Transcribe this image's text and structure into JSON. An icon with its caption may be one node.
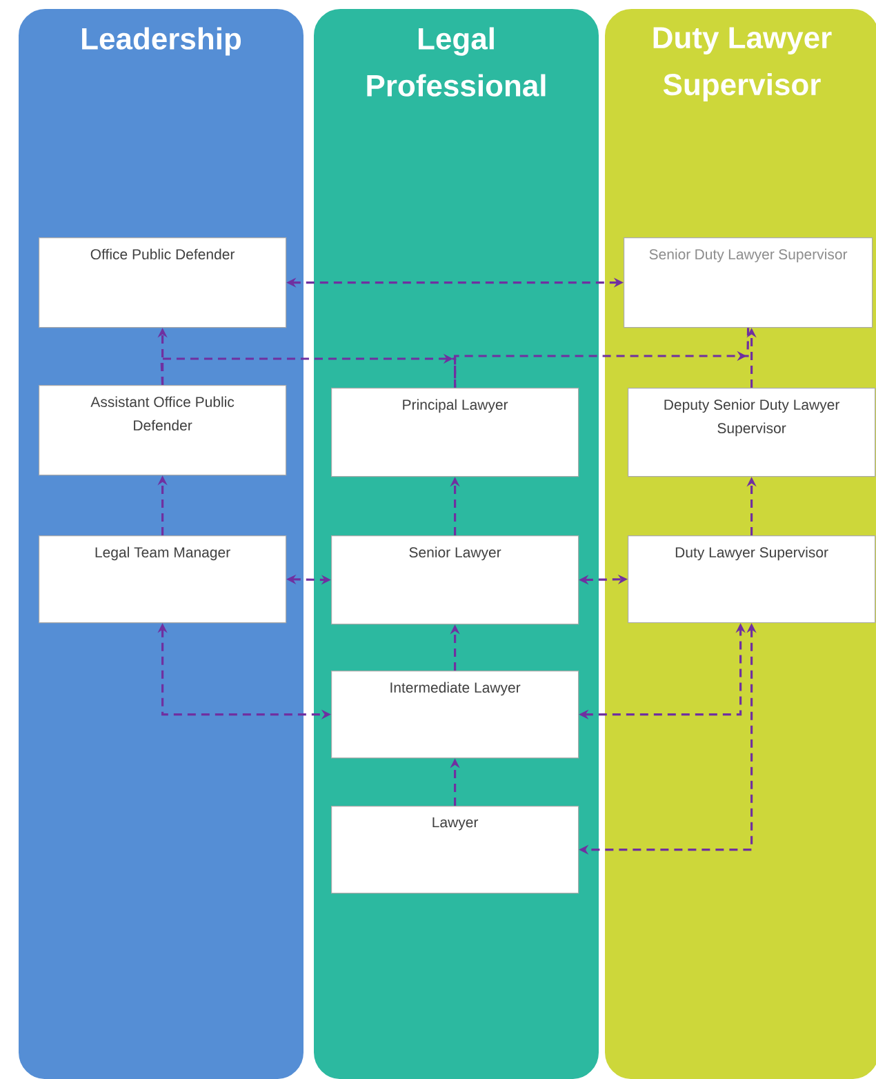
{
  "diagram": {
    "nodes": [
      {
        "text": [
          "Leadership"
        ]
      },
      {
        "text": [
          "Legal Professional"
        ]
      },
      {
        "text": [
          "Duty Lawyer Supervisor"
        ]
      },
      {
        "text": [
          "Office Public Defender"
        ],
        "in": 0
      },
      {
        "text": [
          "Senior Duty Lawyer Supervisor"
        ],
        "in": 2
      },
      {
        "text": [
          "Assistant Office Public Defender"
        ],
        "in": 0
      },
      {
        "text": [
          "Principal Lawyer"
        ],
        "in": 1
      },
      {
        "text": [
          "Deputy Senior Duty Lawyer Supervisor"
        ],
        "in": 2
      },
      {
        "text": [
          "Legal Team Manager"
        ],
        "in": 0
      },
      {
        "text": [
          "Senior Lawyer"
        ],
        "in": 1
      },
      {
        "text": [
          "Duty Lawyer Supervisor"
        ],
        "in": 2
      },
      {
        "text": [
          "Intermediate Lawyer"
        ],
        "in": 1
      },
      {
        "text": [
          "Lawyer"
        ],
        "in": 1
      }
    ],
    "edges": [
      {
        "from": 3,
        "to": 4,
        "arrow": "both",
        "style": "dashed"
      },
      {
        "from": 5,
        "to": 3,
        "arrow": "to",
        "style": "dashed"
      },
      {
        "from": 5,
        "to": 6,
        "arrow": "to",
        "style": "dashed"
      },
      {
        "from": 6,
        "to": 4,
        "arrow": "to",
        "style": "dashed"
      },
      {
        "from": 7,
        "to": 4,
        "arrow": "to",
        "style": "dashed"
      },
      {
        "from": 8,
        "to": 5,
        "arrow": "to",
        "style": "dashed"
      },
      {
        "from": 8,
        "to": 9,
        "arrow": "both",
        "style": "dashed"
      },
      {
        "from": 9,
        "to": 10,
        "arrow": "both",
        "style": "dashed"
      },
      {
        "from": 9,
        "to": 6,
        "arrow": "to",
        "style": "dashed"
      },
      {
        "from": 10,
        "to": 7,
        "arrow": "to",
        "style": "dashed"
      },
      {
        "from": 11,
        "to": 9,
        "arrow": "to",
        "style": "dashed"
      },
      {
        "from": 12,
        "to": 11,
        "arrow": "to",
        "style": "dashed"
      },
      {
        "from": 8,
        "to": 11,
        "arrow": "both",
        "style": "dashed"
      },
      {
        "from": 11,
        "to": 10,
        "arrow": "both",
        "style": "dashed"
      },
      {
        "from": 10,
        "to": 12,
        "arrow": "both",
        "style": "dashed"
      }
    ]
  }
}
